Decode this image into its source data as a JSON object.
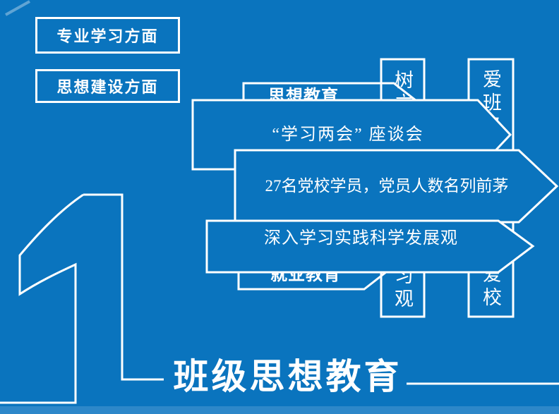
{
  "slide": {
    "background_color": "#0a74be",
    "footer_strip_color": "#2d87c9",
    "outline_color": "#ffffff",
    "text_color": "#ffffff"
  },
  "side_labels": [
    {
      "label": "专业学习方面"
    },
    {
      "label": "思想建设方面"
    }
  ],
  "big_numeral": {
    "value": "1"
  },
  "category_boxes": [
    {
      "label": "思想教育"
    },
    {
      "label": "就业教育"
    }
  ],
  "vertical_bars": [
    {
      "top_text": "树立",
      "bottom_text": "习观"
    },
    {
      "top_text": "爱班级",
      "bottom_text": "爱校"
    }
  ],
  "banners": [
    {
      "label": "“学习两会” 座谈会"
    },
    {
      "label": "27名党校学员，党员人数名列前茅"
    },
    {
      "label": "深入学习实践科学发展观"
    }
  ],
  "footer_title": {
    "label": "班级思想教育"
  }
}
